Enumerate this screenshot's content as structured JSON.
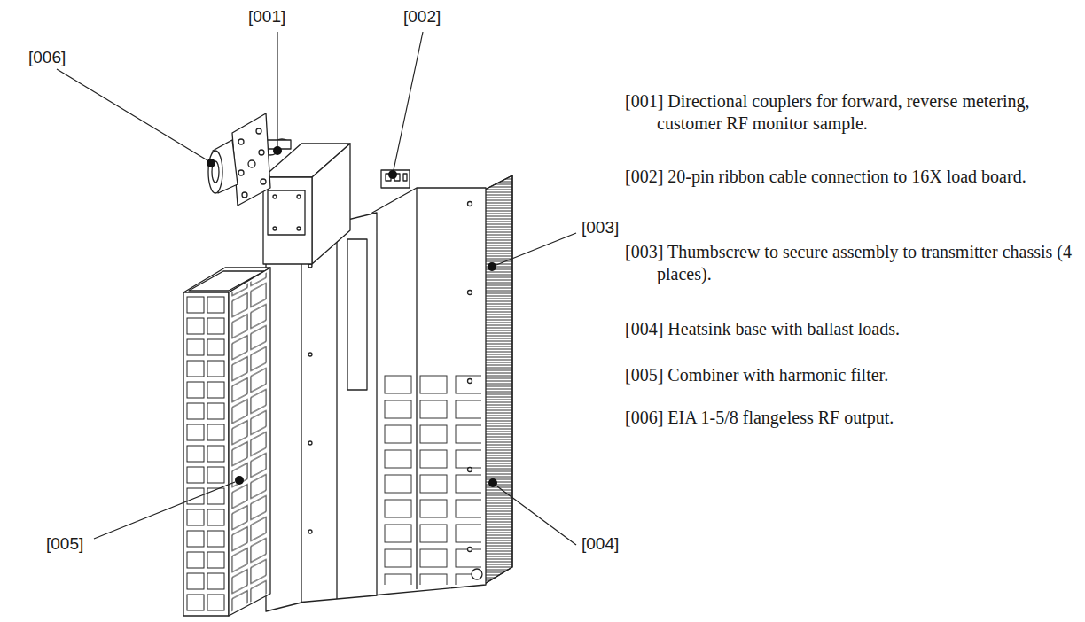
{
  "diagram": {
    "labels": [
      "[001]",
      "[002]",
      "[006]",
      "[003]",
      "[005]",
      "[004]",
      "[001] Directional couplers for forward, reverse metering, customer RF monitor sample.",
      "[002] 20-pin ribbon cable connection to 16X load board.",
      "[003] Thumbscrew to secure assembly to transmitter chassis (4 places).",
      "[004] Heatsink base with ballast loads.",
      "[005] Combiner with harmonic filter.",
      "[006] EIA 1-5/8 flangeless RF output."
    ]
  }
}
